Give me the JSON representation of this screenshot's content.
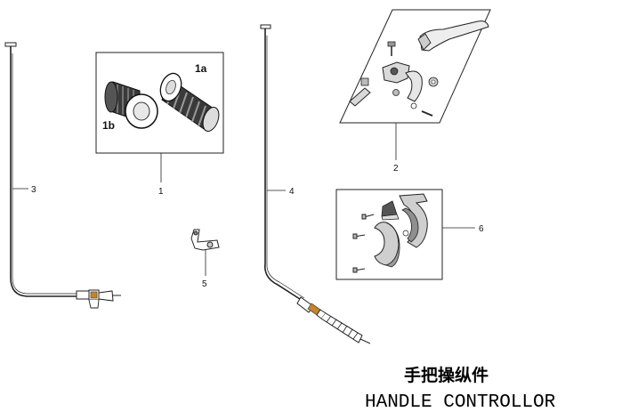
{
  "callouts": {
    "c1": "1",
    "c1a": "1a",
    "c1b": "1b",
    "c2": "2",
    "c3": "3",
    "c4": "4",
    "c5": "5",
    "c6": "6"
  },
  "title": {
    "chinese": "手把操纵件",
    "english": "HANDLE CONTROLLOR"
  }
}
